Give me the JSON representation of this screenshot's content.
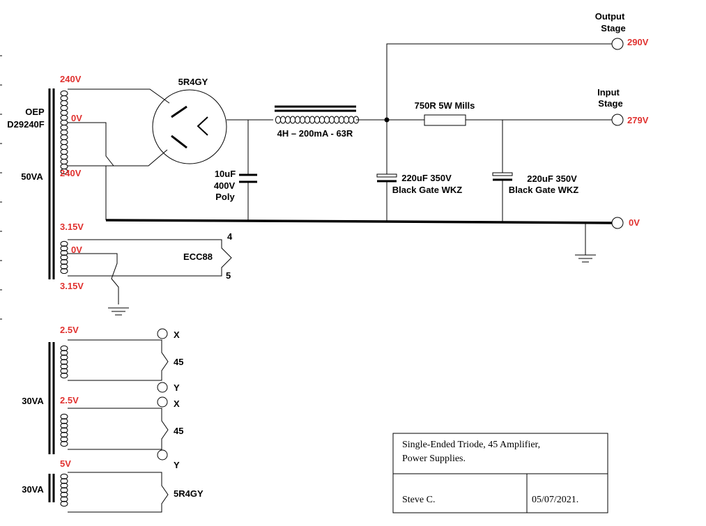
{
  "psu1": {
    "transformer_name": "OEP",
    "transformer_part": "D29240F",
    "rating": "50VA",
    "tap_top": "240V",
    "tap_center": "0V",
    "tap_bottom": "240V",
    "heater_top": "3.15V",
    "heater_center": "0V",
    "heater_bottom": "3.15V",
    "rectifier": "5R4GY",
    "cap1_value": "10uF",
    "cap1_voltage": "400V",
    "cap1_type": "Poly",
    "choke": "4H – 200mA - 63R",
    "resistor": "750R 5W Mills",
    "cap2_value": "220uF 350V",
    "cap2_type": "Black Gate WKZ",
    "cap3_value": "220uF 350V",
    "cap3_type": "Black Gate WKZ",
    "output_stage_line1": "Output",
    "output_stage_line2": "Stage",
    "output_voltage": "290V",
    "input_stage_line1": "Input",
    "input_stage_line2": "Stage",
    "input_voltage": "279V",
    "ground_voltage": "0V",
    "heater_tube": "ECC88",
    "pin_a": "4",
    "pin_b": "5"
  },
  "psu2": {
    "rating": "30VA",
    "top_voltage": "2.5V",
    "top_pin_x": "X",
    "top_tube": "45",
    "top_pin_y": "Y",
    "bottom_voltage": "2.5V",
    "bottom_pin_x": "X",
    "bottom_tube": "45",
    "bottom_pin_y": "Y"
  },
  "psu3": {
    "rating": "30VA",
    "voltage": "5V",
    "tube": "5R4GY"
  },
  "title_block": {
    "title_line1": "Single-Ended Triode, 45 Amplifier,",
    "title_line2": "Power Supplies.",
    "author": "Steve C.",
    "date": "05/07/2021."
  },
  "colors": {
    "voltage_label": "#e0312f",
    "wire": "#000000"
  }
}
